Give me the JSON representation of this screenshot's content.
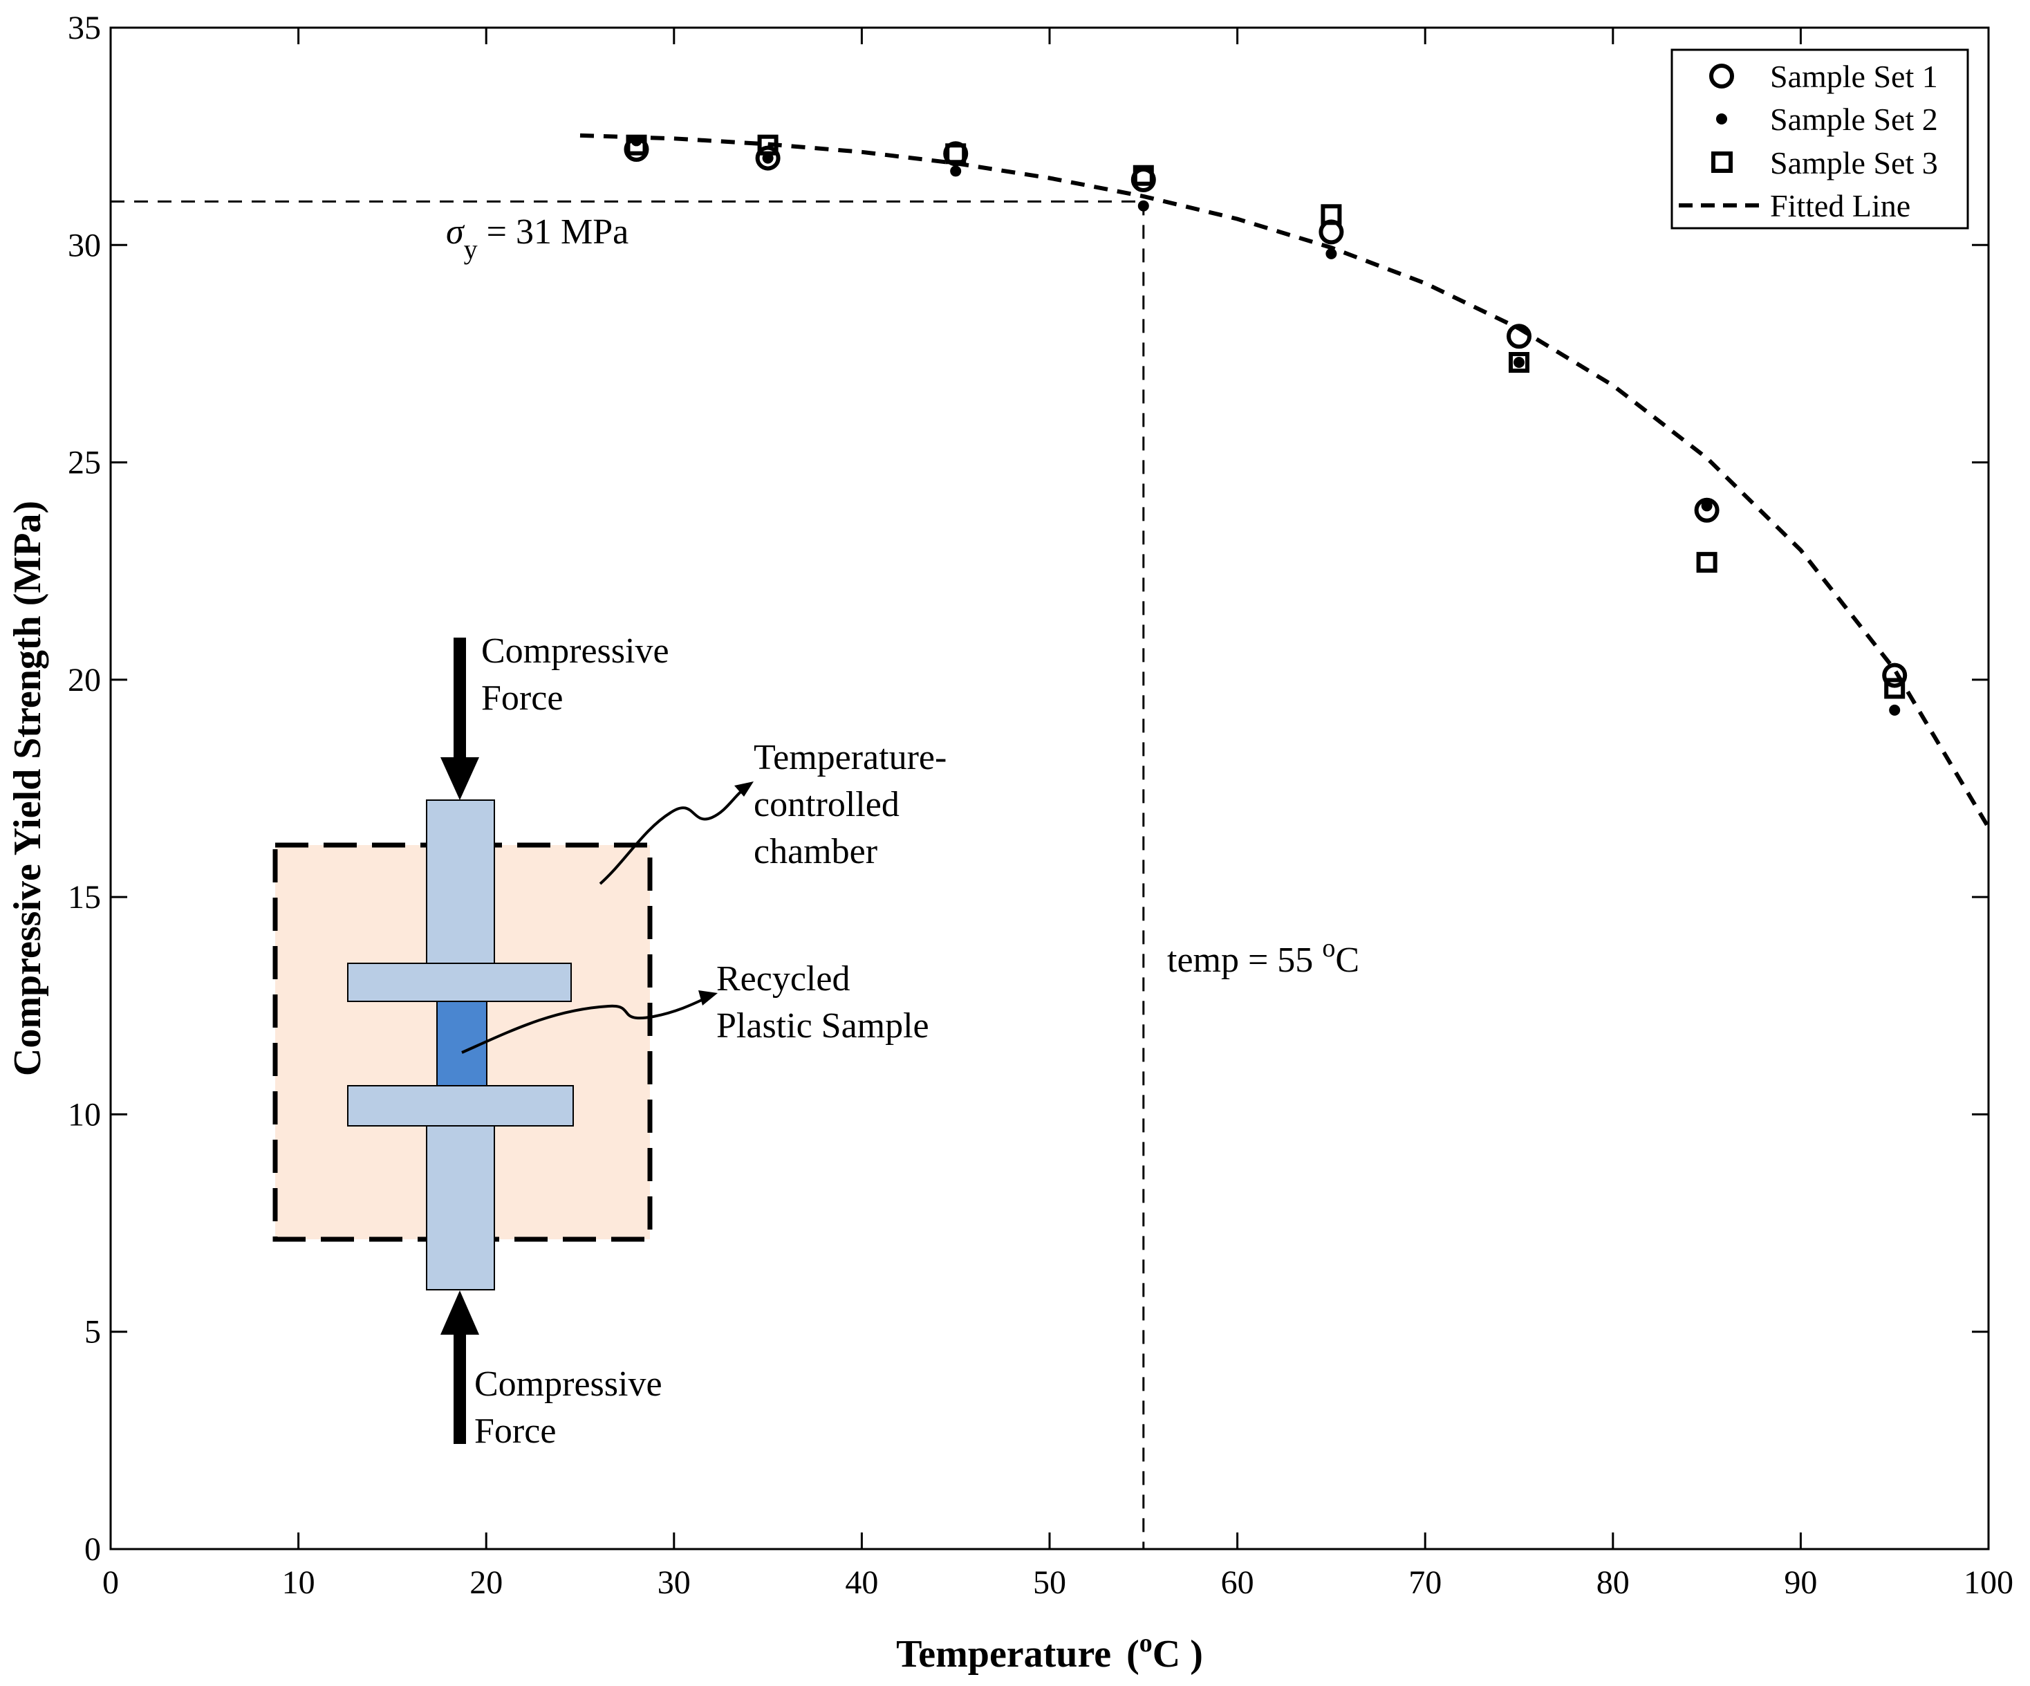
{
  "chart_data": {
    "type": "scatter",
    "xlabel": "Temperature",
    "xlabel_unit": "o",
    "xlabel_unit_tail": "C",
    "ylabel": "Compressive Yield Strength  (MPa)",
    "xlim": [
      0,
      100
    ],
    "ylim": [
      0,
      35
    ],
    "xticks": [
      0,
      10,
      20,
      30,
      40,
      50,
      60,
      70,
      80,
      90,
      100
    ],
    "yticks": [
      0,
      5,
      10,
      15,
      20,
      25,
      30,
      35
    ],
    "grid": false,
    "legend_position": "top-right",
    "series": [
      {
        "name": "Sample Set 1",
        "marker": "open-circle",
        "x": [
          28,
          35,
          45,
          55,
          65,
          75,
          85,
          95
        ],
        "y": [
          32.2,
          32.0,
          32.1,
          31.5,
          30.3,
          27.9,
          23.9,
          20.1
        ]
      },
      {
        "name": "Sample Set 2",
        "marker": "filled-dot",
        "x": [
          28,
          35,
          45,
          55,
          65,
          75,
          85,
          95
        ],
        "y": [
          32.4,
          32.0,
          31.7,
          30.9,
          29.8,
          27.3,
          24.0,
          19.3
        ]
      },
      {
        "name": "Sample Set 3",
        "marker": "open-square",
        "x": [
          28,
          35,
          45,
          55,
          65,
          75,
          85,
          95
        ],
        "y": [
          32.3,
          32.3,
          32.1,
          31.6,
          30.7,
          27.3,
          22.7,
          19.8
        ]
      },
      {
        "name": "Fitted Line",
        "marker": "dashed-line",
        "x": [
          25,
          30,
          35,
          40,
          45,
          50,
          55,
          60,
          65,
          70,
          75,
          80,
          85,
          90,
          95,
          100
        ],
        "y": [
          32.52,
          32.45,
          32.32,
          32.14,
          31.88,
          31.54,
          31.12,
          30.6,
          29.94,
          29.12,
          28.08,
          26.77,
          25.1,
          22.98,
          20.23,
          16.6
        ]
      }
    ],
    "annotations": {
      "yield_line_y": 31,
      "yield_symbol": "σ",
      "yield_subscript": "y",
      "yield_text": " = 31 MPa",
      "temp_line_x": 55,
      "temp_text": "temp = 55 ",
      "temp_sup": "o",
      "temp_unit": "C"
    }
  },
  "diagram": {
    "top_force_line1": "Compressive",
    "top_force_line2": "Force",
    "bottom_force_line1": "Compressive",
    "bottom_force_line2": "Force",
    "chamber_line1": "Temperature-",
    "chamber_line2": "controlled",
    "chamber_line3": "chamber",
    "sample_line1": "Recycled",
    "sample_line2": "Plastic Sample",
    "colors": {
      "chamber_fill": "#fde9db",
      "platen_fill": "#b9cde5",
      "sample_fill": "#4a86d0"
    }
  }
}
